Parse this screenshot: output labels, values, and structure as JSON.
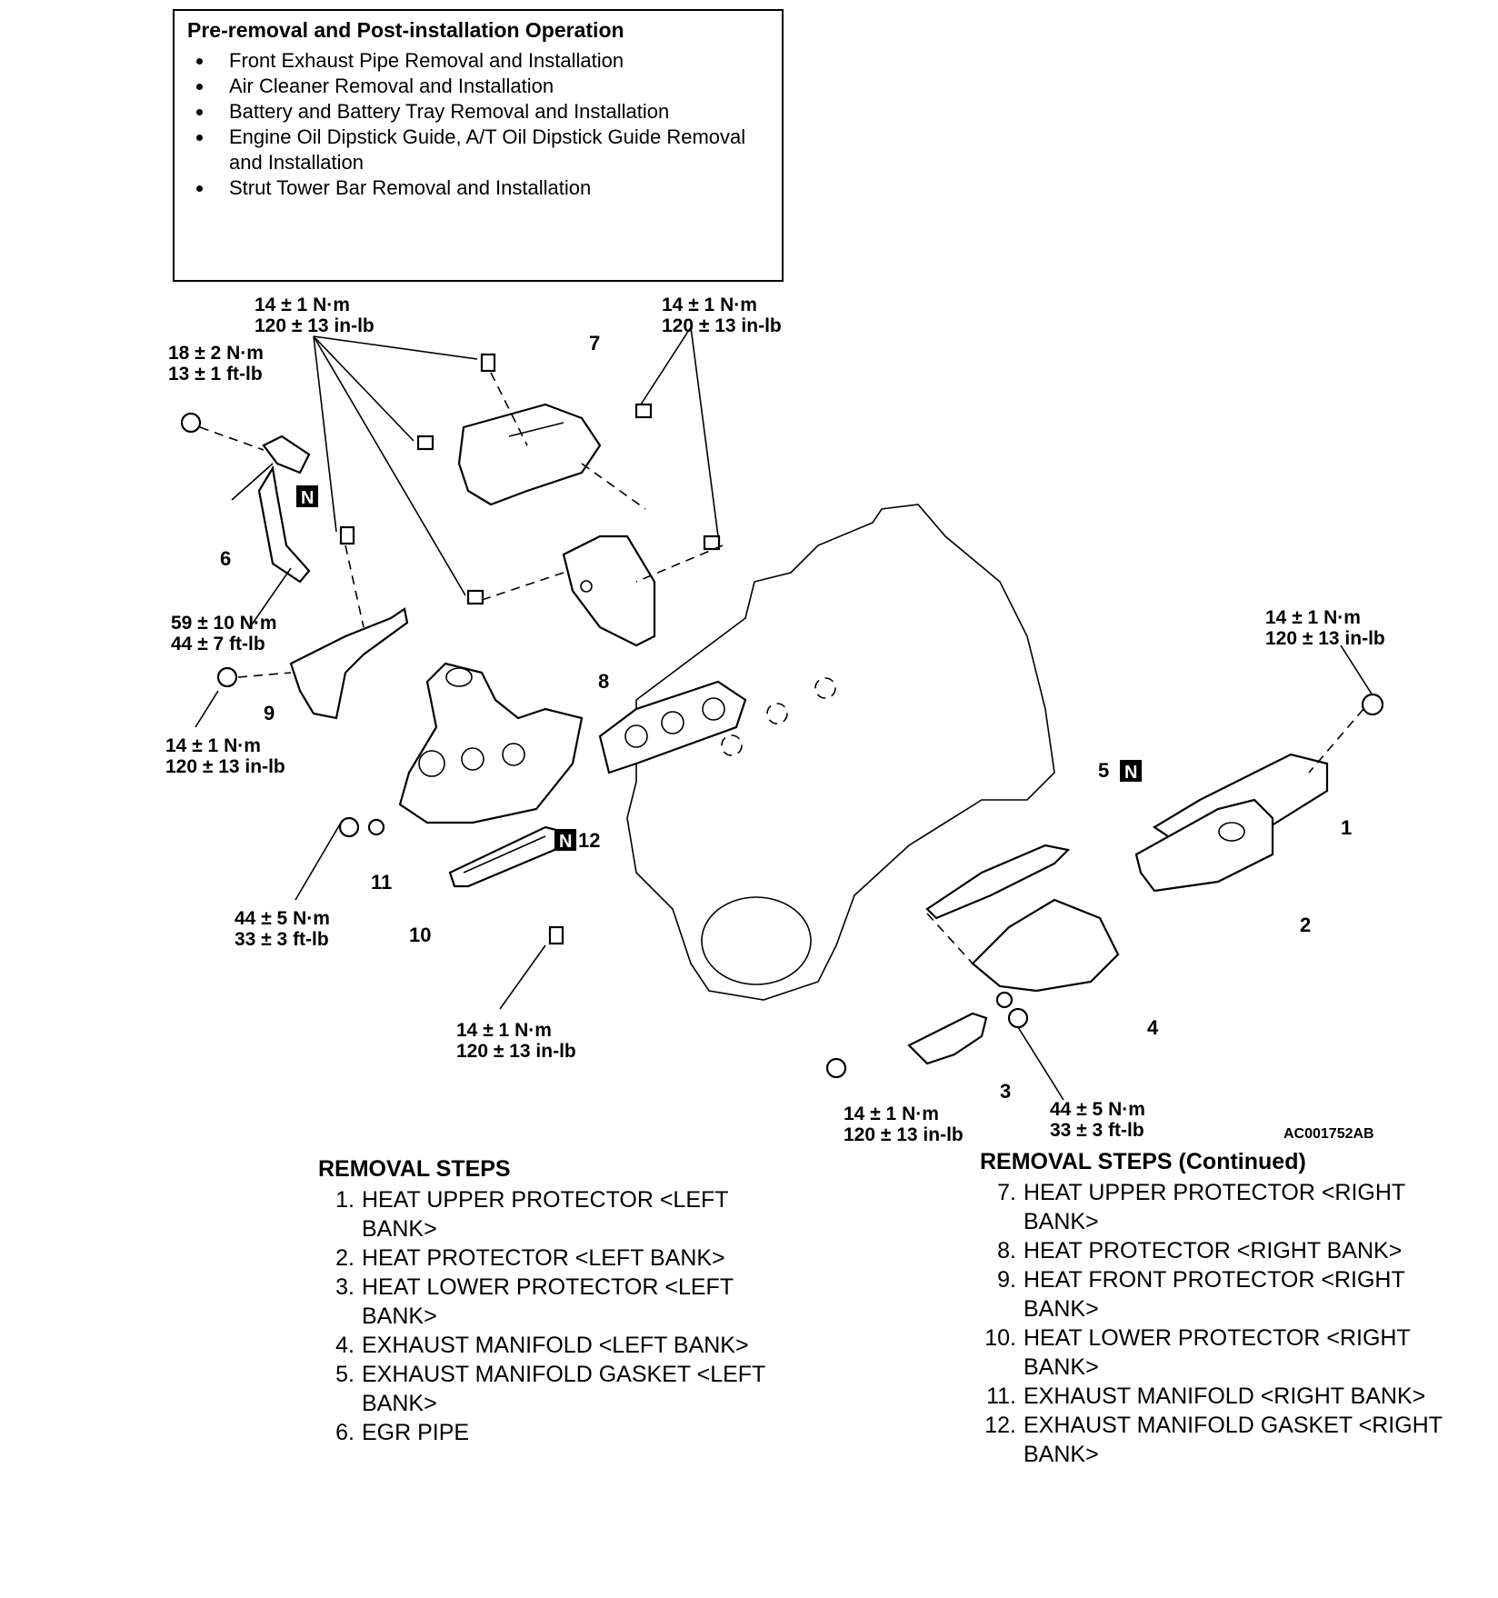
{
  "pre_removal": {
    "title": "Pre-removal and Post-installation Operation",
    "items": [
      "Front Exhaust Pipe Removal and Installation",
      "Air Cleaner Removal and Installation",
      "Battery and Battery Tray Removal and Installation",
      "Engine Oil Dipstick Guide, A/T Oil Dipstick Guide Removal and Installation",
      "Strut Tower Bar Removal and Installation"
    ]
  },
  "torques": {
    "t_top_left": [
      "14 ± 1 N·m",
      "120 ± 13 in-lb"
    ],
    "t_top_right": [
      "14 ± 1 N·m",
      "120 ± 13 in-lb"
    ],
    "t_egr_bolt": [
      "18 ± 2 N·m",
      "13 ± 1 ft-lb"
    ],
    "t_egr_nut": [
      "59 ± 10 N·m",
      "44 ± 7 ft-lb"
    ],
    "t_front_prot": [
      "14 ± 1 N·m",
      "120 ± 13 in-lb"
    ],
    "t_nut_right": [
      "44 ± 5 N·m",
      "33 ± 3 ft-lb"
    ],
    "t_lower_right": [
      "14 ± 1 N·m",
      "120 ± 13 in-lb"
    ],
    "t_left_upper": [
      "14 ± 1 N·m",
      "120 ± 13 in-lb"
    ],
    "t_left_lower": [
      "14 ± 1 N·m",
      "120 ± 13 in-lb"
    ],
    "t_nut_left": [
      "44 ± 5 N·m",
      "33 ± 3 ft-lb"
    ]
  },
  "callouts": [
    "1",
    "2",
    "3",
    "4",
    "5",
    "6",
    "7",
    "8",
    "9",
    "10",
    "11",
    "12"
  ],
  "n_badge": "N",
  "figure_code": "AC001752AB",
  "removal_steps": {
    "heading": "REMOVAL STEPS",
    "items": [
      {
        "n": "1.",
        "text": "HEAT UPPER PROTECTOR <LEFT BANK>"
      },
      {
        "n": "2.",
        "text": "HEAT PROTECTOR <LEFT BANK>"
      },
      {
        "n": "3.",
        "text": "HEAT LOWER PROTECTOR <LEFT BANK>"
      },
      {
        "n": "4.",
        "text": "EXHAUST MANIFOLD <LEFT BANK>"
      },
      {
        "n": "5.",
        "text": "EXHAUST MANIFOLD GASKET <LEFT BANK>"
      },
      {
        "n": "6.",
        "text": "EGR PIPE"
      }
    ]
  },
  "removal_steps_continued": {
    "heading": "REMOVAL STEPS (Continued)",
    "items": [
      {
        "n": "7.",
        "text": "HEAT UPPER PROTECTOR <RIGHT BANK>"
      },
      {
        "n": "8.",
        "text": "HEAT PROTECTOR <RIGHT BANK>"
      },
      {
        "n": "9.",
        "text": "HEAT FRONT PROTECTOR <RIGHT BANK>"
      },
      {
        "n": "10.",
        "text": "HEAT LOWER PROTECTOR <RIGHT BANK>"
      },
      {
        "n": "11.",
        "text": "EXHAUST MANIFOLD <RIGHT BANK>"
      },
      {
        "n": "12.",
        "text": "EXHAUST MANIFOLD GASKET <RIGHT BANK>"
      }
    ]
  }
}
